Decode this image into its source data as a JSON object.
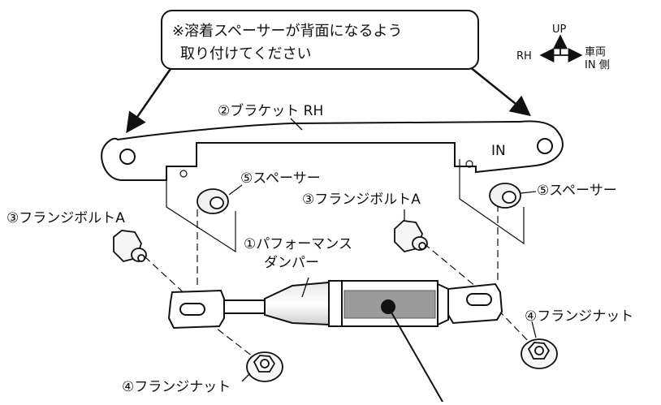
{
  "note": {
    "line1": "※溶着スペーサーが背面になるよう",
    "line2": "取り付けてください"
  },
  "direction": {
    "up": "UP",
    "rh": "RH",
    "vehicle": "車両",
    "in_side": "IN 側"
  },
  "labels": {
    "bracket": "②ブラケット RH",
    "in_mark": "IN",
    "spacer_left": "⑤スペーサー",
    "spacer_right": "⑤スペーサー",
    "bolt_left": "③フランジボルトA",
    "bolt_right": "③フランジボルトA",
    "damper_line1": "①パフォーマンス",
    "damper_line2": "ダンパー",
    "nut_left": "④フランジナット",
    "nut_right": "④フランジナット"
  }
}
